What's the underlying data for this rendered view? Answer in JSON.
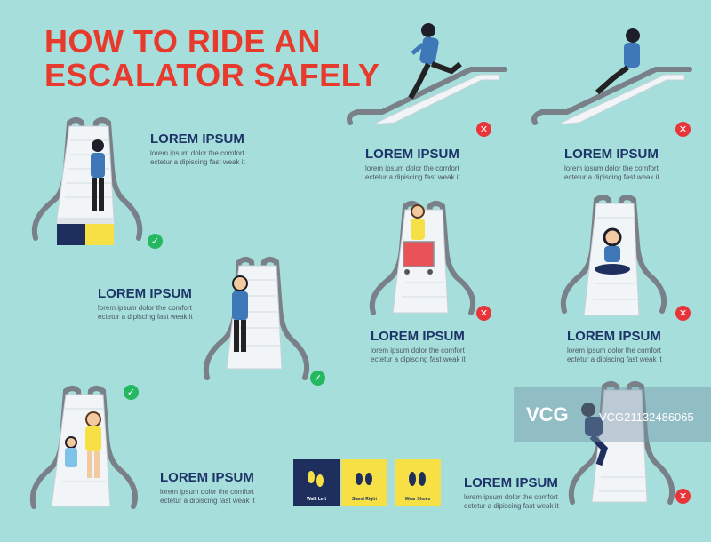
{
  "title": {
    "line1": "HOW TO RIDE AN",
    "line2": "ESCALATOR SAFELY"
  },
  "sections": [
    {
      "heading": "LOREM IPSUM",
      "body1": "lorem ipsum dolor the comfort",
      "body2": "ectetur a dipiscing fast weak it"
    },
    {
      "heading": "LOREM IPSUM",
      "body1": "lorem ipsum dolor the comfort",
      "body2": "ectetur a dipiscing fast weak it"
    },
    {
      "heading": "LOREM IPSUM",
      "body1": "lorem ipsum dolor the comfort",
      "body2": "ectetur a dipiscing fast weak it"
    },
    {
      "heading": "LOREM IPSUM",
      "body1": "lorem ipsum dolor the comfort",
      "body2": "ectetur a dipiscing fast weak it"
    },
    {
      "heading": "LOREM IPSUM",
      "body1": "lorem ipsum dolor the comfort",
      "body2": "ectetur a dipiscing fast weak it"
    },
    {
      "heading": "LOREM IPSUM",
      "body1": "lorem ipsum dolor the comfort",
      "body2": "ectetur a dipiscing fast weak it"
    },
    {
      "heading": "LOREM IPSUM",
      "body1": "lorem ipsum dolor the comfort",
      "body2": "ectetur a dipiscing fast weak it"
    },
    {
      "heading": "LOREM IPSUM",
      "body1": "lorem ipsum dolor the comfort",
      "body2": "ectetur a dipiscing fast weak it"
    }
  ],
  "stickers": {
    "walk_left": "Walk Left",
    "stand_right": "Stand Right",
    "wear_shoes": "Wear Shoes"
  },
  "watermark": {
    "logo": "VCG",
    "id": "VCG21132486065"
  },
  "icons": {
    "correct": "check-circle-icon",
    "wrong": "cross-circle-icon"
  },
  "colors": {
    "background": "#a6dedb",
    "title": "#e83a2c",
    "heading": "#1d3468",
    "correct": "#25b860",
    "wrong": "#e8353a",
    "sticker_navy": "#1e2f5e",
    "sticker_yellow": "#f6e045"
  }
}
